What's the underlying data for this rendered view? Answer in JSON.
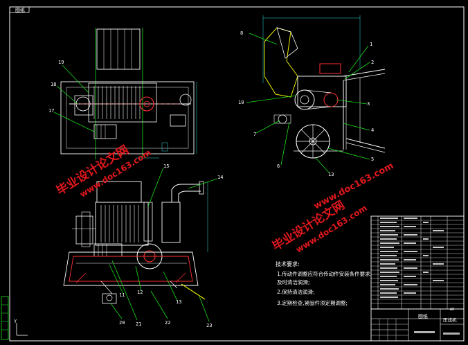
{
  "tab_label": "图纸",
  "part_labels": {
    "left_top": [
      "19",
      "18",
      "17"
    ],
    "right_top": [
      "8",
      "1",
      "2",
      "3",
      "4",
      "5",
      "6",
      "7",
      "10",
      "13"
    ],
    "bottom": [
      "15",
      "14",
      "11",
      "12",
      "13",
      "20",
      "21",
      "22",
      "23"
    ]
  },
  "watermarks": {
    "cn_text": "毕业设计论文网",
    "url_text": "www.doc163.com"
  },
  "tech_notes": {
    "title": "技术要求:",
    "item1": "1.传动件调整应符合传动件安装条件要求;",
    "item1b": "及时清洁润滑;",
    "item2": "2.保持清洁润滑;",
    "item3": "3.定期检查,紧固件须定期调整;"
  },
  "title_block": {
    "label_a": "图纸",
    "label_b": "压滤机",
    "label_c": "A0"
  },
  "colors": {
    "line_white": "#ffffff",
    "line_green": "#18e018",
    "line_yellow": "#e8e800",
    "line_red": "#ff3030",
    "line_cyan": "#30e0e0",
    "watermark_red": "#e0181b",
    "background": "#000000"
  }
}
